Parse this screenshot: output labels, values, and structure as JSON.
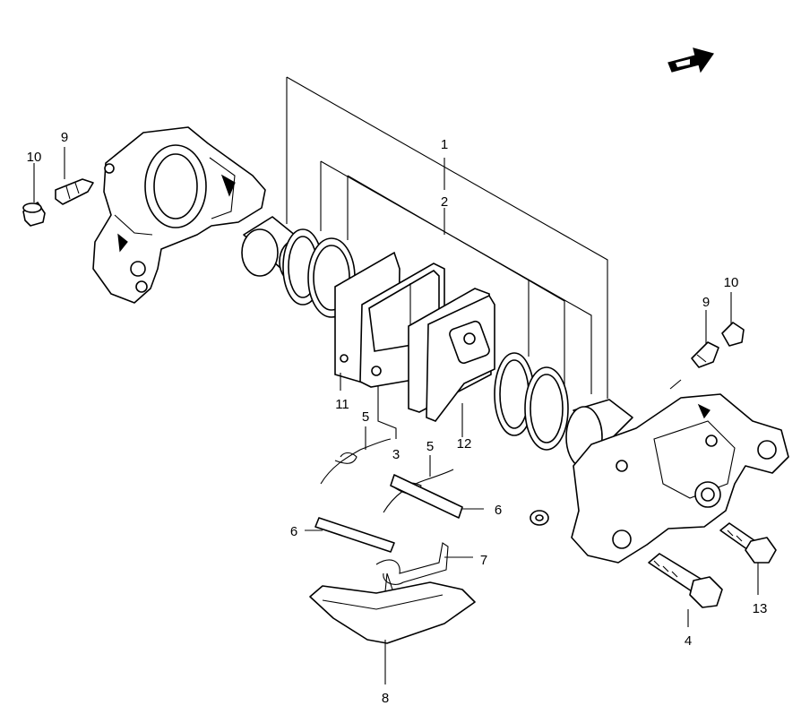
{
  "labels": {
    "l1": "1",
    "l2": "2",
    "l3": "3",
    "l4": "4",
    "l5a": "5",
    "l5b": "5",
    "l6a": "6",
    "l6b": "6",
    "l7": "7",
    "l8": "8",
    "l9a": "9",
    "l9b": "9",
    "l10a": "10",
    "l10b": "10",
    "l11": "11",
    "l12": "12",
    "l13": "13"
  },
  "icons": {
    "direction": "arrow-right-icon"
  }
}
